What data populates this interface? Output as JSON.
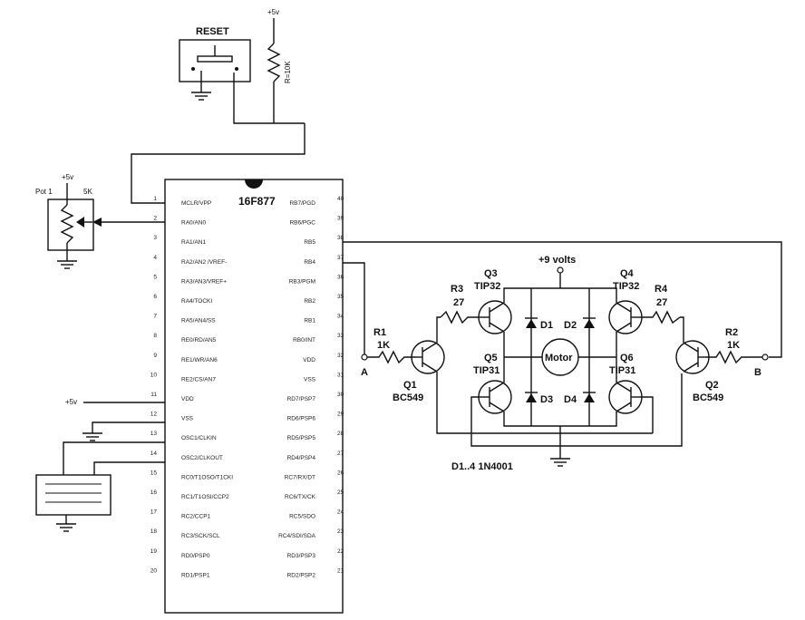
{
  "supply": {
    "plus5_top": "+5v",
    "plus5_pot": "+5v",
    "plus5_vdd": "+5v",
    "plus9": "+9 volts"
  },
  "reset": {
    "label": "RESET",
    "resistor": "R=10K"
  },
  "pot": {
    "name": "Pot 1",
    "value": "5K"
  },
  "chip": {
    "name": "16F877",
    "left_pins": [
      {
        "num": "1",
        "name": "MCLR/VPP"
      },
      {
        "num": "2",
        "name": "RA0/AN0"
      },
      {
        "num": "3",
        "name": "RA1/AN1"
      },
      {
        "num": "4",
        "name": "RA2/AN2 /VREF-"
      },
      {
        "num": "5",
        "name": "RA3/AN3/VREF+"
      },
      {
        "num": "6",
        "name": "RA4/TOCKI"
      },
      {
        "num": "7",
        "name": "RA5/AN4/SS"
      },
      {
        "num": "8",
        "name": "RE0/RD/AN5"
      },
      {
        "num": "9",
        "name": "RE1/WR/AN6"
      },
      {
        "num": "10",
        "name": "RE2/CS/AN7"
      },
      {
        "num": "11",
        "name": "VDD"
      },
      {
        "num": "12",
        "name": "VSS"
      },
      {
        "num": "13",
        "name": "OSC1/CLKIN"
      },
      {
        "num": "14",
        "name": "OSC2/CLKOUT"
      },
      {
        "num": "15",
        "name": "RC0/T1OSO/T1CKI"
      },
      {
        "num": "16",
        "name": "RC1/T1OSI/CCP2"
      },
      {
        "num": "17",
        "name": "RC2/CCP1"
      },
      {
        "num": "18",
        "name": "RC3/SCK/SCL"
      },
      {
        "num": "19",
        "name": "RD0/PSP0"
      },
      {
        "num": "20",
        "name": "RD1/PSP1"
      }
    ],
    "right_pins": [
      {
        "num": "40",
        "name": "RB7/PGD"
      },
      {
        "num": "39",
        "name": "RB6/PGC"
      },
      {
        "num": "38",
        "name": "RB5"
      },
      {
        "num": "37",
        "name": "RB4"
      },
      {
        "num": "36",
        "name": "RB3/PGM"
      },
      {
        "num": "35",
        "name": "RB2"
      },
      {
        "num": "34",
        "name": "RB1"
      },
      {
        "num": "33",
        "name": "RB0/INT"
      },
      {
        "num": "32",
        "name": "VDD"
      },
      {
        "num": "31",
        "name": "VSS"
      },
      {
        "num": "30",
        "name": "RD7/PSP7"
      },
      {
        "num": "29",
        "name": "RD6/PSP6"
      },
      {
        "num": "28",
        "name": "RD5/PSP5"
      },
      {
        "num": "27",
        "name": "RD4/PSP4"
      },
      {
        "num": "26",
        "name": "RC7/RX/DT"
      },
      {
        "num": "25",
        "name": "RC6/TX/CK"
      },
      {
        "num": "24",
        "name": "RC5/SDO"
      },
      {
        "num": "23",
        "name": "RC4/SDI/SDA"
      },
      {
        "num": "22",
        "name": "RD3/PSP3"
      },
      {
        "num": "21",
        "name": "RD2/PSP2"
      }
    ]
  },
  "hbridge": {
    "r1": {
      "name": "R1",
      "value": "1K"
    },
    "r2": {
      "name": "R2",
      "value": "1K"
    },
    "r3": {
      "name": "R3",
      "value": "27"
    },
    "r4": {
      "name": "R4",
      "value": "27"
    },
    "q1": {
      "name": "Q1",
      "part": "BC549"
    },
    "q2": {
      "name": "Q2",
      "part": "BC549"
    },
    "q3": {
      "name": "Q3",
      "part": "TIP32"
    },
    "q4": {
      "name": "Q4",
      "part": "TIP32"
    },
    "q5": {
      "name": "Q5",
      "part": "TIP31"
    },
    "q6": {
      "name": "Q6",
      "part": "TIP31"
    },
    "d1": "D1",
    "d2": "D2",
    "d3": "D3",
    "d4": "D4",
    "motor": "Motor",
    "diodes_note": "D1..4 1N4001",
    "node_a": "A",
    "node_b": "B"
  }
}
